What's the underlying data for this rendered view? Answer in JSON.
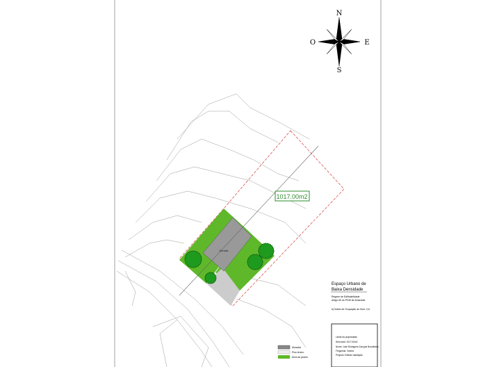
{
  "compass": {
    "north": "N",
    "south": "S",
    "east": "E",
    "west": "O"
  },
  "plot": {
    "area_label": "1017.00m2",
    "building_label": "Moradia",
    "accent": "#2e8b2e",
    "boundary_color": "#d9534f",
    "garden_color": "#5fb82a"
  },
  "zone": {
    "title_line1": "Espaço Urbano de",
    "title_line2": "Baixa Densidade",
    "regime_line1": "Regime de Edificabilidade",
    "regime_line2": "Artigo 60 do PDM de Amarante",
    "index": "b) Índice de Ocupação do Solo: 0,6"
  },
  "title_block": {
    "legend_boundary": "Limite da propriedade",
    "area_total": "Área total: 1017.00m2",
    "owner": "Nome: José Rodrigues Gonçalo Borralheiro",
    "location": "Freguesia: Várzea",
    "project": "Projecto: Edifício habitação"
  },
  "legend": [
    {
      "label": "Moradia",
      "pattern": "hatched"
    },
    {
      "label": "Piso terreo",
      "pattern": "dotted"
    },
    {
      "label": "Área de jardim",
      "pattern": "green"
    }
  ]
}
